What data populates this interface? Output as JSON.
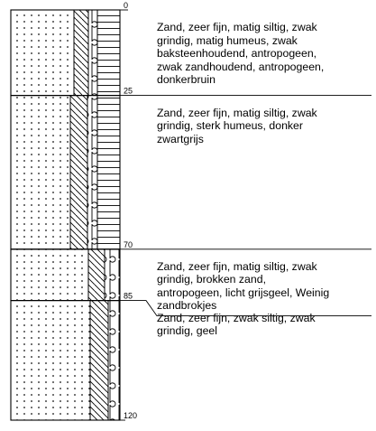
{
  "depth_labels": [
    "0",
    "25",
    "70",
    "85",
    "120"
  ],
  "layers": [
    {
      "top": "0",
      "bottom": "25",
      "description": "Zand, zeer fijn, matig siltig, zwak\ngrindig, matig humeus, zwak\nbaksteenhoudend, antropogeen,\nzwak zandhoudend, antropogeen,\ndonkerbruin",
      "patterns": [
        "sand-dots",
        "gravel-hatch",
        "humus-loops",
        "humus-lines"
      ]
    },
    {
      "top": "25",
      "bottom": "70",
      "description": "Zand, zeer fijn, matig siltig, zwak\ngrindig, sterk humeus, donker\nzwartgrijs",
      "patterns": [
        "sand-dots",
        "gravel-hatch",
        "humus-loops",
        "humus-lines"
      ]
    },
    {
      "top": "70",
      "bottom": "85",
      "description": "Zand, zeer fijn, matig siltig, zwak\ngrindig, brokken zand,\nantropogeen, licht grijsgeel, Weinig\nzandbrokjes",
      "patterns": [
        "sand-dots",
        "gravel-hatch",
        "humus-loops"
      ]
    },
    {
      "top": "85",
      "bottom": "120",
      "description": "Zand, zeer fijn, zwak siltig, zwak\ngrindig, geel",
      "patterns": [
        "sand-dots",
        "gravel-hatch",
        "humus-loops"
      ]
    }
  ]
}
